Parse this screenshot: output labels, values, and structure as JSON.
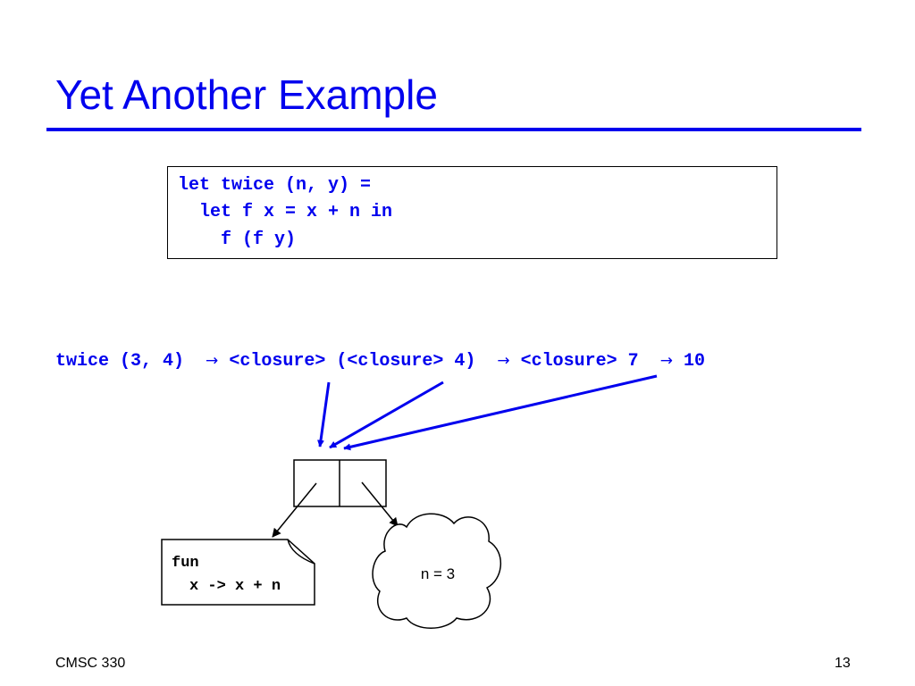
{
  "slide": {
    "title": "Yet Another Example",
    "title_color": "#0000ee",
    "rule_color": "#0000ee"
  },
  "code": {
    "lines": [
      "let twice (n, y) =",
      "  let f x = x + n in",
      "    f (f y)"
    ],
    "color": "#0000ee"
  },
  "evaluation": {
    "step1": "twice (3, 4)",
    "arrow1": "→",
    "step2": "<closure> (<closure> 4)",
    "arrow2": "→",
    "step3": "<closure> 7",
    "arrow3": "→",
    "result": "10"
  },
  "closure_diagram": {
    "function_box": {
      "line1": "fun",
      "line2": "x -> x + n"
    },
    "environment": {
      "label": "n = 3"
    }
  },
  "footer": {
    "course": "CMSC 330",
    "page_number": "13"
  }
}
